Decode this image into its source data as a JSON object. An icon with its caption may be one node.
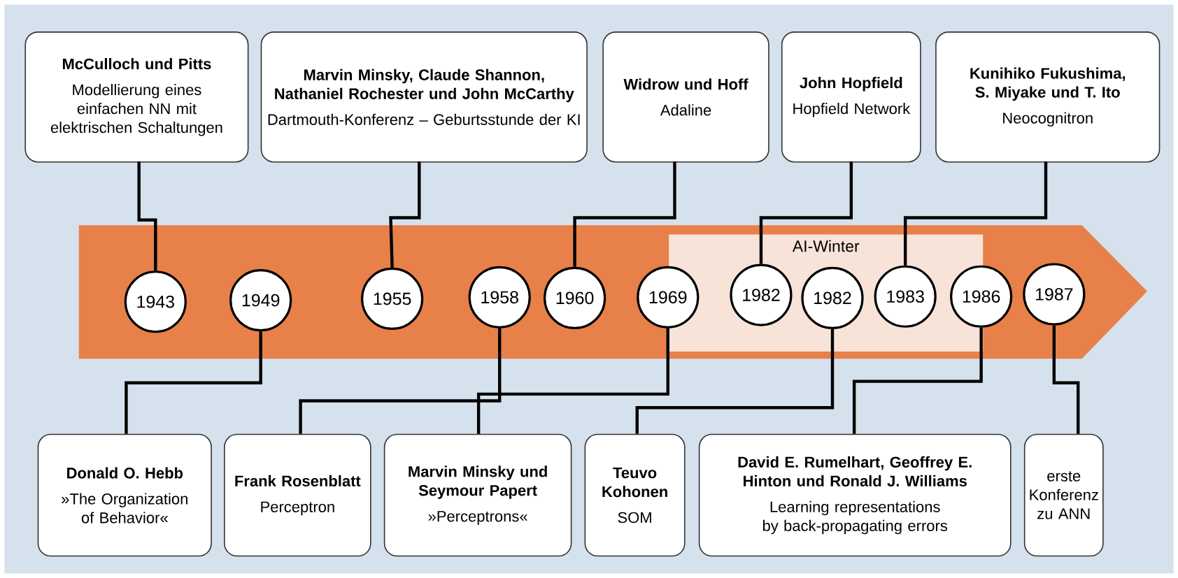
{
  "diagram": {
    "nodes": [
      {
        "text": [
          "McCulloch und Pitts",
          "Modellierung eines einfachen NN mit elektrischen Schaltungen"
        ]
      },
      {
        "text": [
          "Marvin Minsky, Claude Shannon, Nathaniel Rochester und John McCarthy",
          "Dartmouth-Konferenz – Geburtsstunde der KI"
        ]
      },
      {
        "text": [
          "Widrow und Hoff",
          "Adaline"
        ]
      },
      {
        "text": [
          "John Hopfield",
          "Hopfield Network"
        ]
      },
      {
        "text": [
          "Kunihiko Fukushima, S. Miyake und T. Ito",
          "Neocognitron"
        ]
      },
      {
        "text": [
          "AI-Winter"
        ]
      },
      {
        "text": [
          "1943"
        ]
      },
      {
        "text": [
          "1949"
        ]
      },
      {
        "text": [
          "1955"
        ]
      },
      {
        "text": [
          "1958"
        ]
      },
      {
        "text": [
          "1960"
        ]
      },
      {
        "text": [
          "1969"
        ]
      },
      {
        "text": [
          "1982"
        ],
        "in": 5
      },
      {
        "text": [
          "1982"
        ],
        "in": 5
      },
      {
        "text": [
          "1983"
        ],
        "in": 5
      },
      {
        "text": [
          "1986"
        ]
      },
      {
        "text": [
          "1987"
        ]
      },
      {
        "text": [
          "Donald O. Hebb",
          "»The Organization of Behavior«"
        ]
      },
      {
        "text": [
          "Frank Rosenblatt",
          "Perceptron"
        ]
      },
      {
        "text": [
          "Marvin Minsky und Seymour Papert",
          "»Perceptrons«"
        ]
      },
      {
        "text": [
          "Teuvo Kohonen",
          "SOM"
        ]
      },
      {
        "text": [
          "David E. Rumelhart, Geoffrey E. Hinton und Ronald J. Williams",
          "Learning representations by back-propagating errors"
        ]
      },
      {
        "text": [
          "erste Konferenz zu ANN"
        ]
      }
    ],
    "edges": [
      {
        "from": 0,
        "to": 6,
        "arrow": "none"
      },
      {
        "from": 1,
        "to": 8,
        "arrow": "none"
      },
      {
        "from": 2,
        "to": 10,
        "arrow": "none"
      },
      {
        "from": 3,
        "to": 12,
        "arrow": "none"
      },
      {
        "from": 4,
        "to": 14,
        "arrow": "none"
      },
      {
        "from": 7,
        "to": 17,
        "arrow": "none"
      },
      {
        "from": 9,
        "to": 18,
        "arrow": "none"
      },
      {
        "from": 11,
        "to": 19,
        "arrow": "none"
      },
      {
        "from": 13,
        "to": 20,
        "arrow": "none"
      },
      {
        "from": 15,
        "to": 21,
        "arrow": "none"
      },
      {
        "from": 16,
        "to": 22,
        "arrow": "none"
      }
    ]
  }
}
